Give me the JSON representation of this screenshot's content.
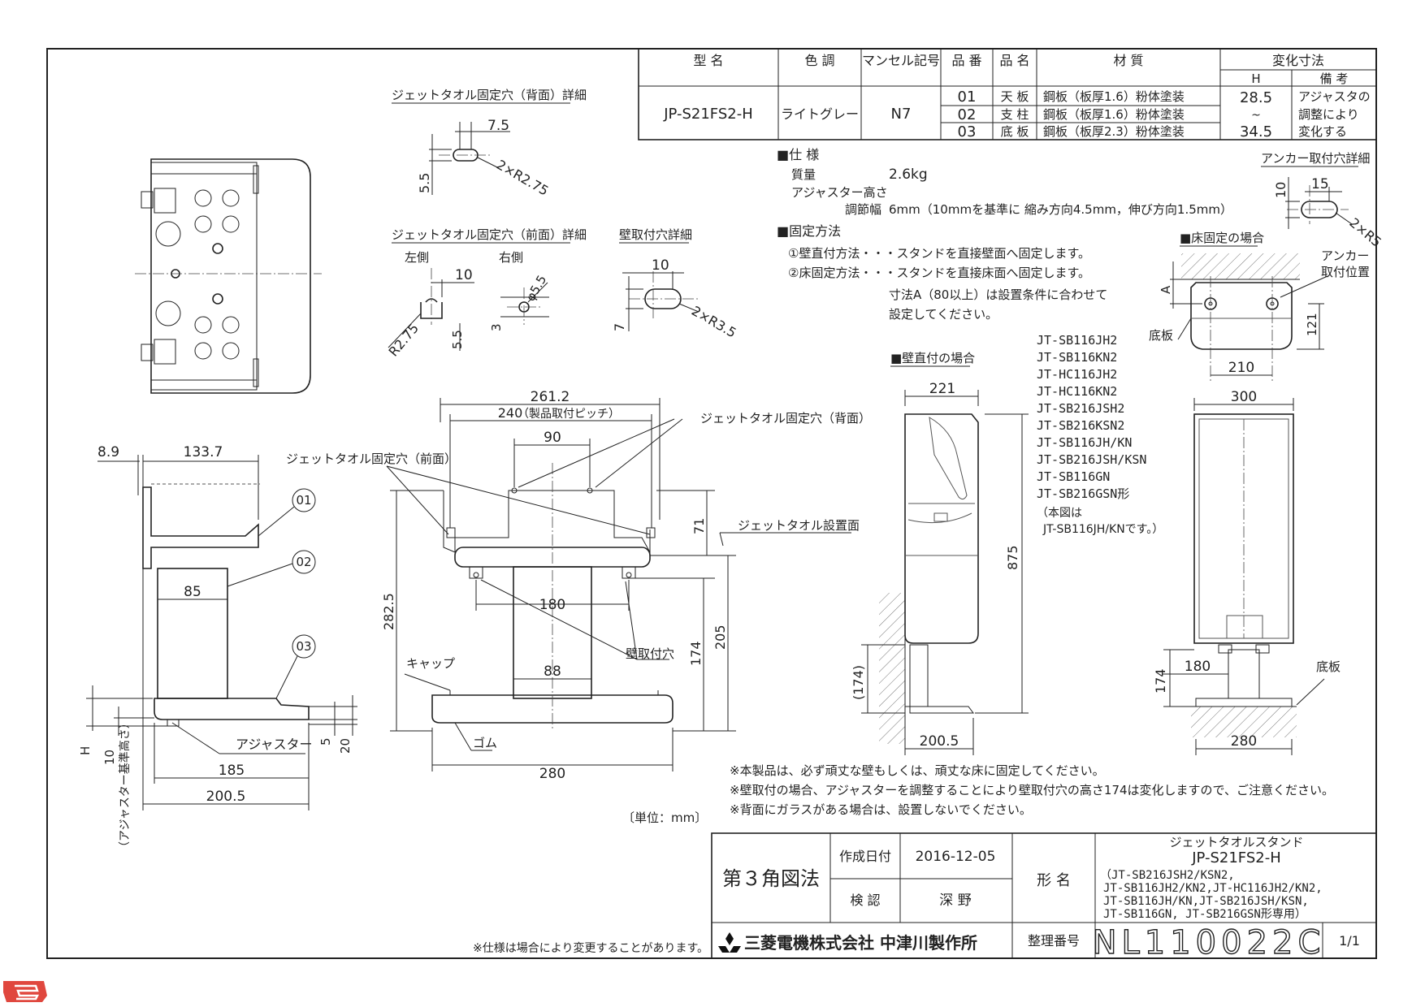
{
  "spec_table": {
    "headers": {
      "model": "型 名",
      "color": "色 調",
      "munsell": "マンセル記号",
      "no": "品 番",
      "name": "品 名",
      "material": "材 質",
      "change_dim": "変化寸法",
      "h": "H",
      "remarks": "備 考"
    },
    "model": "JP-S21FS2-H",
    "color": "ライトグレー",
    "munsell": "N7",
    "parts": [
      {
        "no": "01",
        "name": "天 板",
        "material": "鋼板（板厚1.6）粉体塗装"
      },
      {
        "no": "02",
        "name": "支 柱",
        "material": "鋼板（板厚1.6）粉体塗装"
      },
      {
        "no": "03",
        "name": "底 板",
        "material": "鋼板（板厚2.3）粉体塗装"
      }
    ],
    "h_min": "28.5",
    "h_tilde": "~",
    "h_max": "34.5",
    "remark_lines": [
      "アジャスタの",
      "調整により",
      "変化する"
    ]
  },
  "specs": {
    "heading": "■仕 様",
    "mass_label": "質量",
    "mass_value": "2.6kg",
    "adjuster_label": "アジャスター高さ",
    "adjust_label": "調節幅",
    "adjust_value": "6mm（10mmを基準に 縮み方向4.5mm，伸び方向1.5mm）",
    "fix_heading": "■固定方法",
    "fix_wall": "①壁直付方法・・・スタンドを直接壁面へ固定します。",
    "fix_floor": "②床固定方法・・・スタンドを直接床面へ固定します。",
    "fix_note1": "寸法A（80以上）は設置条件に合わせて",
    "fix_note2": "設定してください。"
  },
  "details": {
    "back_hole": "ジェットタオル固定穴（背面）詳細",
    "back_dim1": "7.5",
    "back_dim2": "5.5",
    "back_dim3": "2×R2.75",
    "front_hole": "ジェットタオル固定穴（前面）詳細",
    "left": "左側",
    "right": "右側",
    "front_dim1": "10",
    "front_dim2": "R2.75",
    "front_dim3": "5.5",
    "front_dim4": "3",
    "front_dim5": "φ5.5",
    "wall_hole": "壁取付穴詳細",
    "wall_dim1": "10",
    "wall_dim2": "7",
    "wall_dim3": "2×R3.5",
    "anchor": "アンカー取付穴詳細",
    "anchor_dim1": "10",
    "anchor_dim2": "15",
    "anchor_dim3": "2×R5"
  },
  "floor_case": {
    "title": "■床固定の場合",
    "anchor_pos1": "アンカー",
    "anchor_pos2": "取付位置",
    "bottom": "底板",
    "dim_a": "A",
    "dim_121": "121",
    "dim_210": "210"
  },
  "wall_case": {
    "title": "■壁直付の場合",
    "dim_221": "221",
    "dim_875": "875",
    "dim_174": "(174)",
    "dim_2005": "200.5"
  },
  "compat_models": [
    "JT-SB116JH2",
    "JT-SB116KN2",
    "JT-HC116JH2",
    "JT-HC116KN2",
    "JT-SB216JSH2",
    "JT-SB216KSN2",
    "JT-SB116JH/KN",
    "JT-SB216JSH/KSN",
    "JT-SB116GN",
    "JT-SB216GSN形"
  ],
  "figure_note1": "（本図は",
  "figure_note2": "JT-SB116JH/KNです。）",
  "right_view": {
    "dim_300": "300",
    "dim_180": "180",
    "dim_174": "174",
    "dim_280": "280",
    "bottom": "底板"
  },
  "side_view": {
    "dim_89": "8.9",
    "dim_1337": "133.7",
    "dim_85": "85",
    "dim_185": "185",
    "dim_2005": "200.5",
    "dim_h": "H",
    "dim_10": "10",
    "dim_5": "5",
    "dim_20": "20",
    "adjuster": "アジャスター",
    "adjuster_base": "（アジャスター基準高さ）",
    "b01": "01",
    "b02": "02",
    "b03": "03"
  },
  "front_view": {
    "dim_2612": "261.2",
    "dim_240": "240",
    "dim_240_note": "（製品取付ピッチ）",
    "dim_90": "90",
    "dim_71": "71",
    "dim_2825": "282.5",
    "dim_180": "180",
    "dim_88": "88",
    "dim_174": "174",
    "dim_205": "205",
    "dim_280": "280",
    "back_hole": "ジェットタオル固定穴（背面）",
    "front_hole": "ジェットタオル固定穴（前面）",
    "install_face": "ジェットタオル設置面",
    "wall_hole": "壁取付穴",
    "cap": "キャップ",
    "rubber": "ゴム"
  },
  "notes": [
    "※本製品は、必ず頑丈な壁もしくは、頑丈な床に固定してください。",
    "※壁取付の場合、アジャスターを調整することにより壁取付穴の高さ174は変化しますので、ご注意ください。",
    "※背面にガラスがある場合は、設置しないでください。"
  ],
  "unit": "〔単位：mm〕",
  "spec_change_note": "※仕様は場合により変更することがあります。",
  "title_block": {
    "projection": "第３角図法",
    "date_label": "作成日付",
    "date": "2016-12-05",
    "check_label": "検 認",
    "checker": "深 野",
    "name_label": "形 名",
    "product": "ジェットタオルスタンド",
    "model": "JP-S21FS2-H",
    "model_lines": [
      "（JT-SB216JSH2/KSN2,",
      "JT-SB116JH2/KN2,JT-HC116JH2/KN2,",
      "JT-SB116JH/KN,JT-SB216JSH/KSN,",
      "JT-SB116GN, JT-SB216GSN形専用）"
    ],
    "company": "三菱電機株式会社 中津川製作所",
    "number_label": "整理番号",
    "number": "NL110022C",
    "page": "1/1"
  }
}
